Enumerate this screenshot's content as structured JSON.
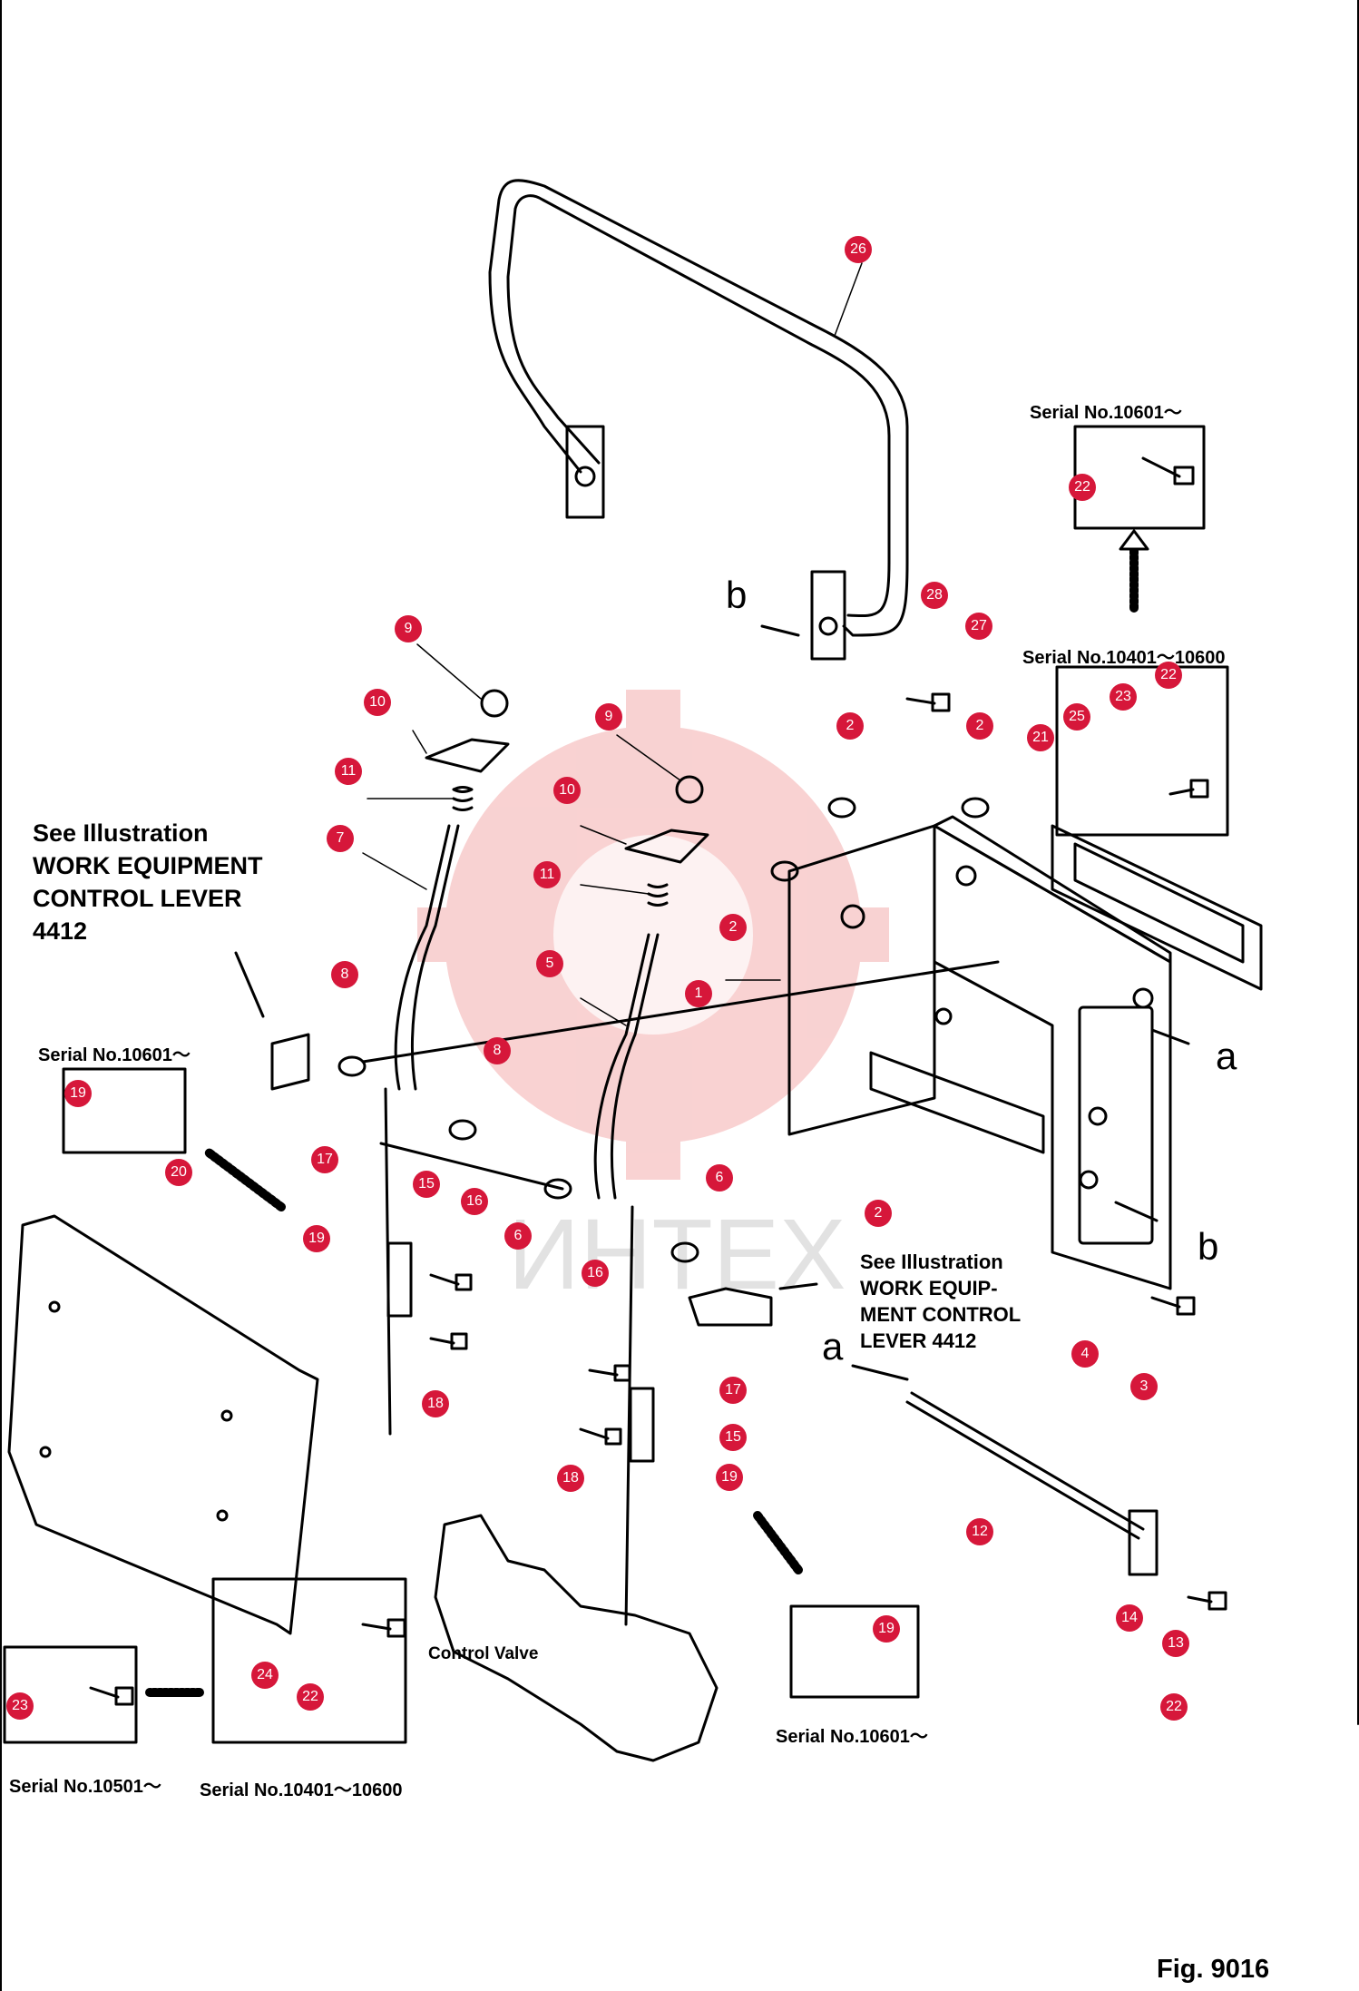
{
  "notes": {
    "left_line1": "See Illustration",
    "left_line2": "WORK EQUIPMENT",
    "left_line3": "CONTROL LEVER",
    "left_line4": "4412",
    "right_line1": "See Illustration",
    "right_line2": "WORK EQUIP-",
    "right_line3": "MENT CONTROL",
    "right_line4": "LEVER 4412"
  },
  "serials": {
    "top_right": "Serial No.10601～",
    "mid_right": "Serial No.10401～10600",
    "left_upper": "Serial No.10601～",
    "bottom_left_a": "Serial No.10501～",
    "bottom_left_b": "Serial No.10401～10600",
    "bottom_right": "Serial No.10601～"
  },
  "control_valve_label": "Control Valve",
  "figure_label": "Fig. 9016",
  "view_letters": {
    "b": "b",
    "a": "a"
  },
  "watermark_text": "ИНТЕХ",
  "colors": {
    "callout": "#d6173a",
    "watermark": "#f7c7c7",
    "line": "#000000"
  },
  "callouts": [
    {
      "n": "26"
    },
    {
      "n": "22"
    },
    {
      "n": "28"
    },
    {
      "n": "27"
    },
    {
      "n": "22"
    },
    {
      "n": "23"
    },
    {
      "n": "25"
    },
    {
      "n": "21"
    },
    {
      "n": "2"
    },
    {
      "n": "2"
    },
    {
      "n": "9"
    },
    {
      "n": "10"
    },
    {
      "n": "11"
    },
    {
      "n": "7"
    },
    {
      "n": "9"
    },
    {
      "n": "10"
    },
    {
      "n": "11"
    },
    {
      "n": "2"
    },
    {
      "n": "1"
    },
    {
      "n": "5"
    },
    {
      "n": "8"
    },
    {
      "n": "8"
    },
    {
      "n": "19"
    },
    {
      "n": "20"
    },
    {
      "n": "17"
    },
    {
      "n": "15"
    },
    {
      "n": "16"
    },
    {
      "n": "19"
    },
    {
      "n": "6"
    },
    {
      "n": "6"
    },
    {
      "n": "2"
    },
    {
      "n": "16"
    },
    {
      "n": "4"
    },
    {
      "n": "3"
    },
    {
      "n": "18"
    },
    {
      "n": "17"
    },
    {
      "n": "15"
    },
    {
      "n": "18"
    },
    {
      "n": "19"
    },
    {
      "n": "12"
    },
    {
      "n": "19"
    },
    {
      "n": "14"
    },
    {
      "n": "13"
    },
    {
      "n": "24"
    },
    {
      "n": "22"
    },
    {
      "n": "23"
    },
    {
      "n": "22"
    }
  ]
}
